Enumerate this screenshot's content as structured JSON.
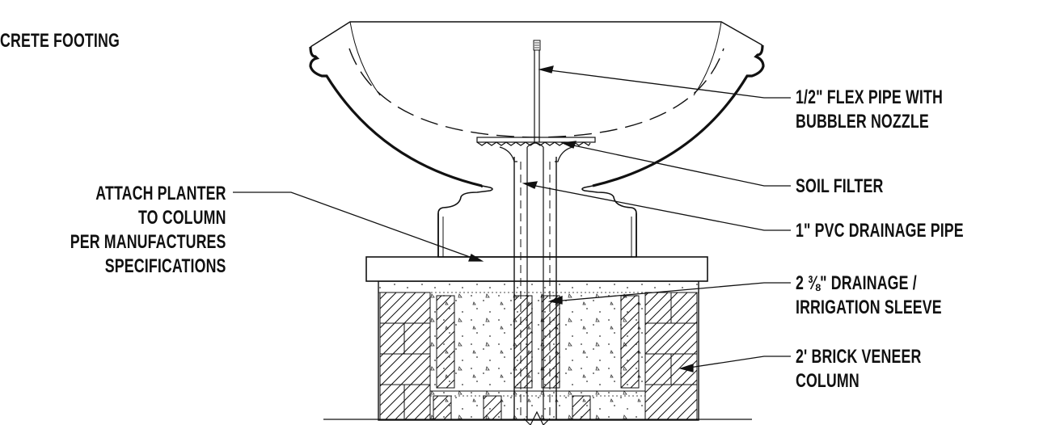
{
  "labels": {
    "top_left": "CRETE FOOTING",
    "attach": [
      "ATTACH PLANTER",
      "TO COLUMN",
      "PER MANUFACTURES",
      "SPECIFICATIONS"
    ],
    "flex_pipe": [
      "1/2\" FLEX PIPE WITH",
      "BUBBLER NOZZLE"
    ],
    "soil_filter": "SOIL FILTER",
    "pvc_pipe": "1\" PVC DRAINAGE PIPE",
    "sleeve": [
      "2 ⅜\" DRAINAGE /",
      "IRRIGATION SLEEVE"
    ],
    "brick": [
      "2' BRICK VENEER",
      "COLUMN"
    ]
  },
  "colors": {
    "ink": "#111111",
    "background": "#ffffff"
  }
}
